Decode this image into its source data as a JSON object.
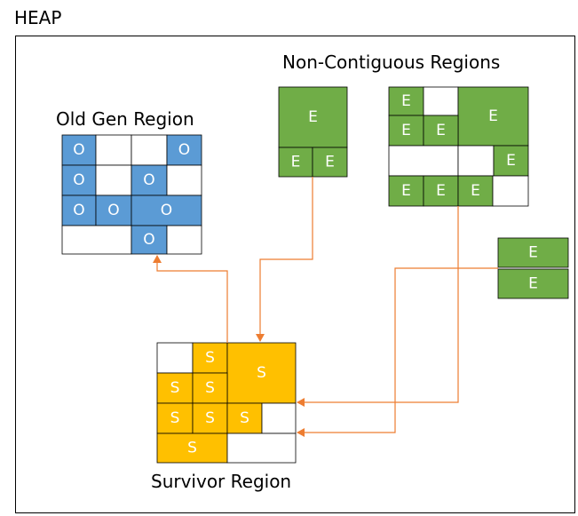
{
  "heap_label": "HEAP",
  "regions": {
    "old_gen": {
      "title": "Old Gen Region",
      "cell_letter": "O"
    },
    "eden": {
      "title": "Non-Contiguous Regions",
      "cell_letter": "E"
    },
    "survivor": {
      "title": "Survivor Region",
      "cell_letter": "S"
    }
  },
  "colors": {
    "old": "#5b9bd5",
    "eden": "#70ad47",
    "survivor": "#ffc000",
    "empty": "#ffffff",
    "cell_border": "#000000",
    "arrow": "#ed7d31"
  }
}
